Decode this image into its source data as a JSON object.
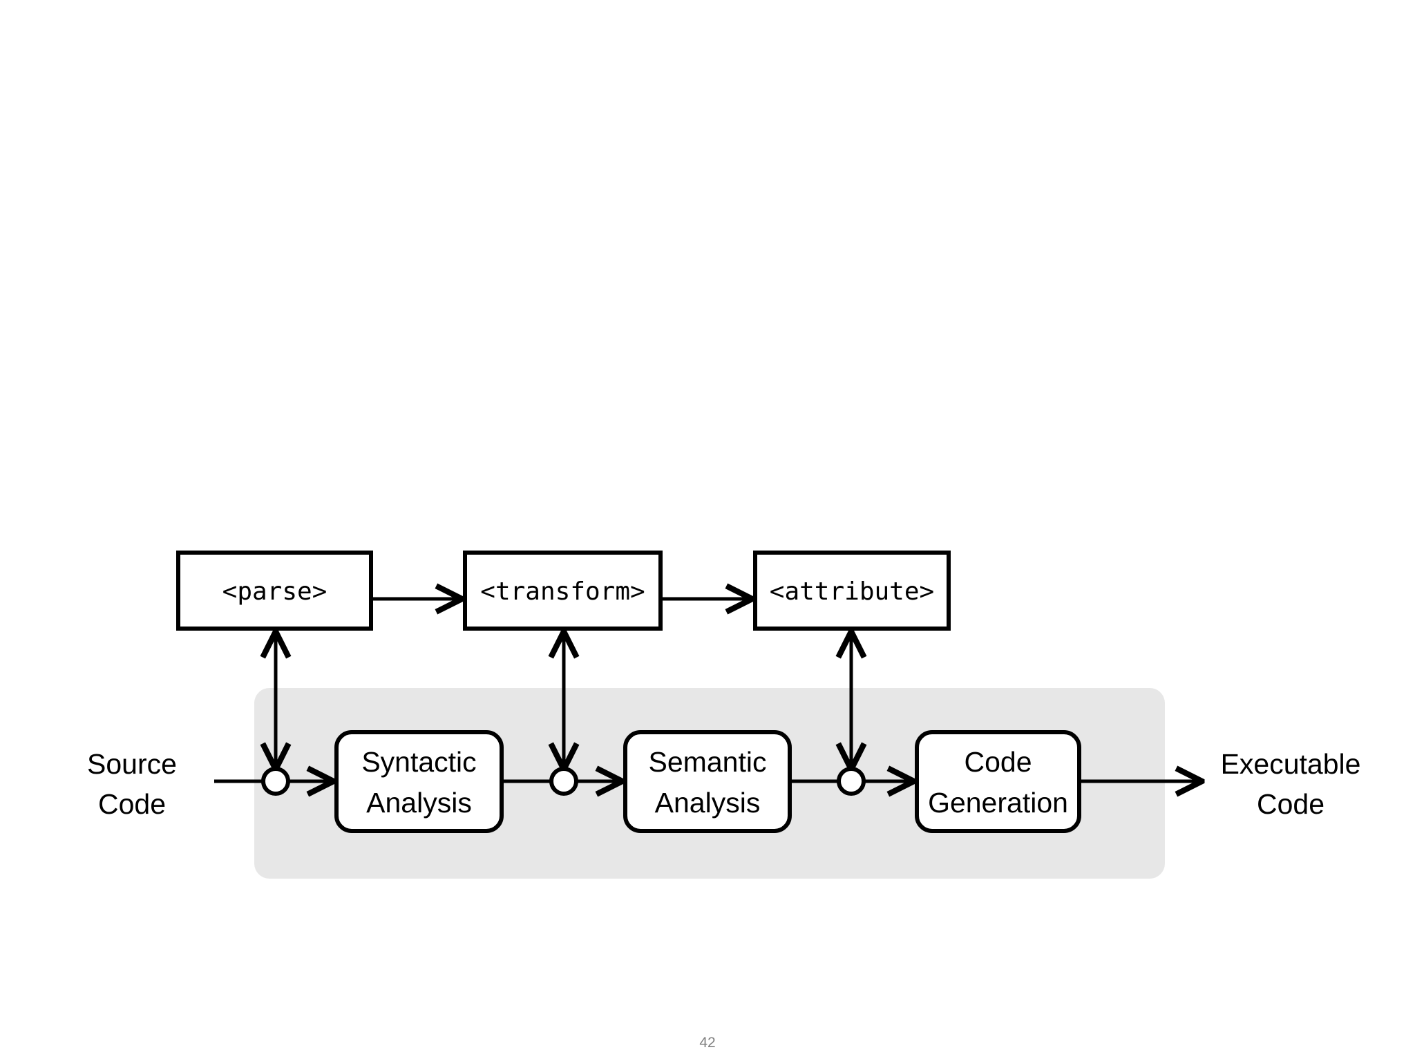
{
  "slide": {
    "page_number": "42",
    "background_color": "#ffffff"
  },
  "panel": {
    "name": "compiler-pipeline-panel",
    "fill_color": "#e7e7e7"
  },
  "diagram": {
    "type": "flowchart",
    "title": "",
    "hook_boxes": [
      {
        "id": "parse",
        "label": "<parse>"
      },
      {
        "id": "transform",
        "label": "<transform>"
      },
      {
        "id": "attribute",
        "label": "<attribute>"
      }
    ],
    "stage_boxes": [
      {
        "id": "syntactic-analysis",
        "line1": "Syntactic",
        "line2": "Analysis"
      },
      {
        "id": "semantic-analysis",
        "line1": "Semantic",
        "line2": "Analysis"
      },
      {
        "id": "code-generation",
        "line1": "Code",
        "line2": "Generation"
      }
    ],
    "junctions": [
      {
        "id": "junction-1"
      },
      {
        "id": "junction-2"
      },
      {
        "id": "junction-3"
      }
    ],
    "endpoints": {
      "input": {
        "line1": "Source",
        "line2": "Code"
      },
      "output": {
        "line1": "Executable",
        "line2": "Code"
      }
    },
    "edges": [
      {
        "from": "parse",
        "to": "transform",
        "style": "arrow"
      },
      {
        "from": "transform",
        "to": "attribute",
        "style": "arrow"
      },
      {
        "from": "junction-1",
        "to": "parse",
        "style": "bidirectional"
      },
      {
        "from": "junction-2",
        "to": "transform",
        "style": "bidirectional"
      },
      {
        "from": "junction-3",
        "to": "attribute",
        "style": "bidirectional"
      },
      {
        "from": "input",
        "to": "junction-1",
        "style": "line"
      },
      {
        "from": "junction-1",
        "to": "syntactic-analysis",
        "style": "arrow"
      },
      {
        "from": "syntactic-analysis",
        "to": "junction-2",
        "style": "line"
      },
      {
        "from": "junction-2",
        "to": "semantic-analysis",
        "style": "arrow"
      },
      {
        "from": "semantic-analysis",
        "to": "junction-3",
        "style": "line"
      },
      {
        "from": "junction-3",
        "to": "code-generation",
        "style": "arrow"
      },
      {
        "from": "code-generation",
        "to": "output",
        "style": "arrow"
      }
    ]
  }
}
